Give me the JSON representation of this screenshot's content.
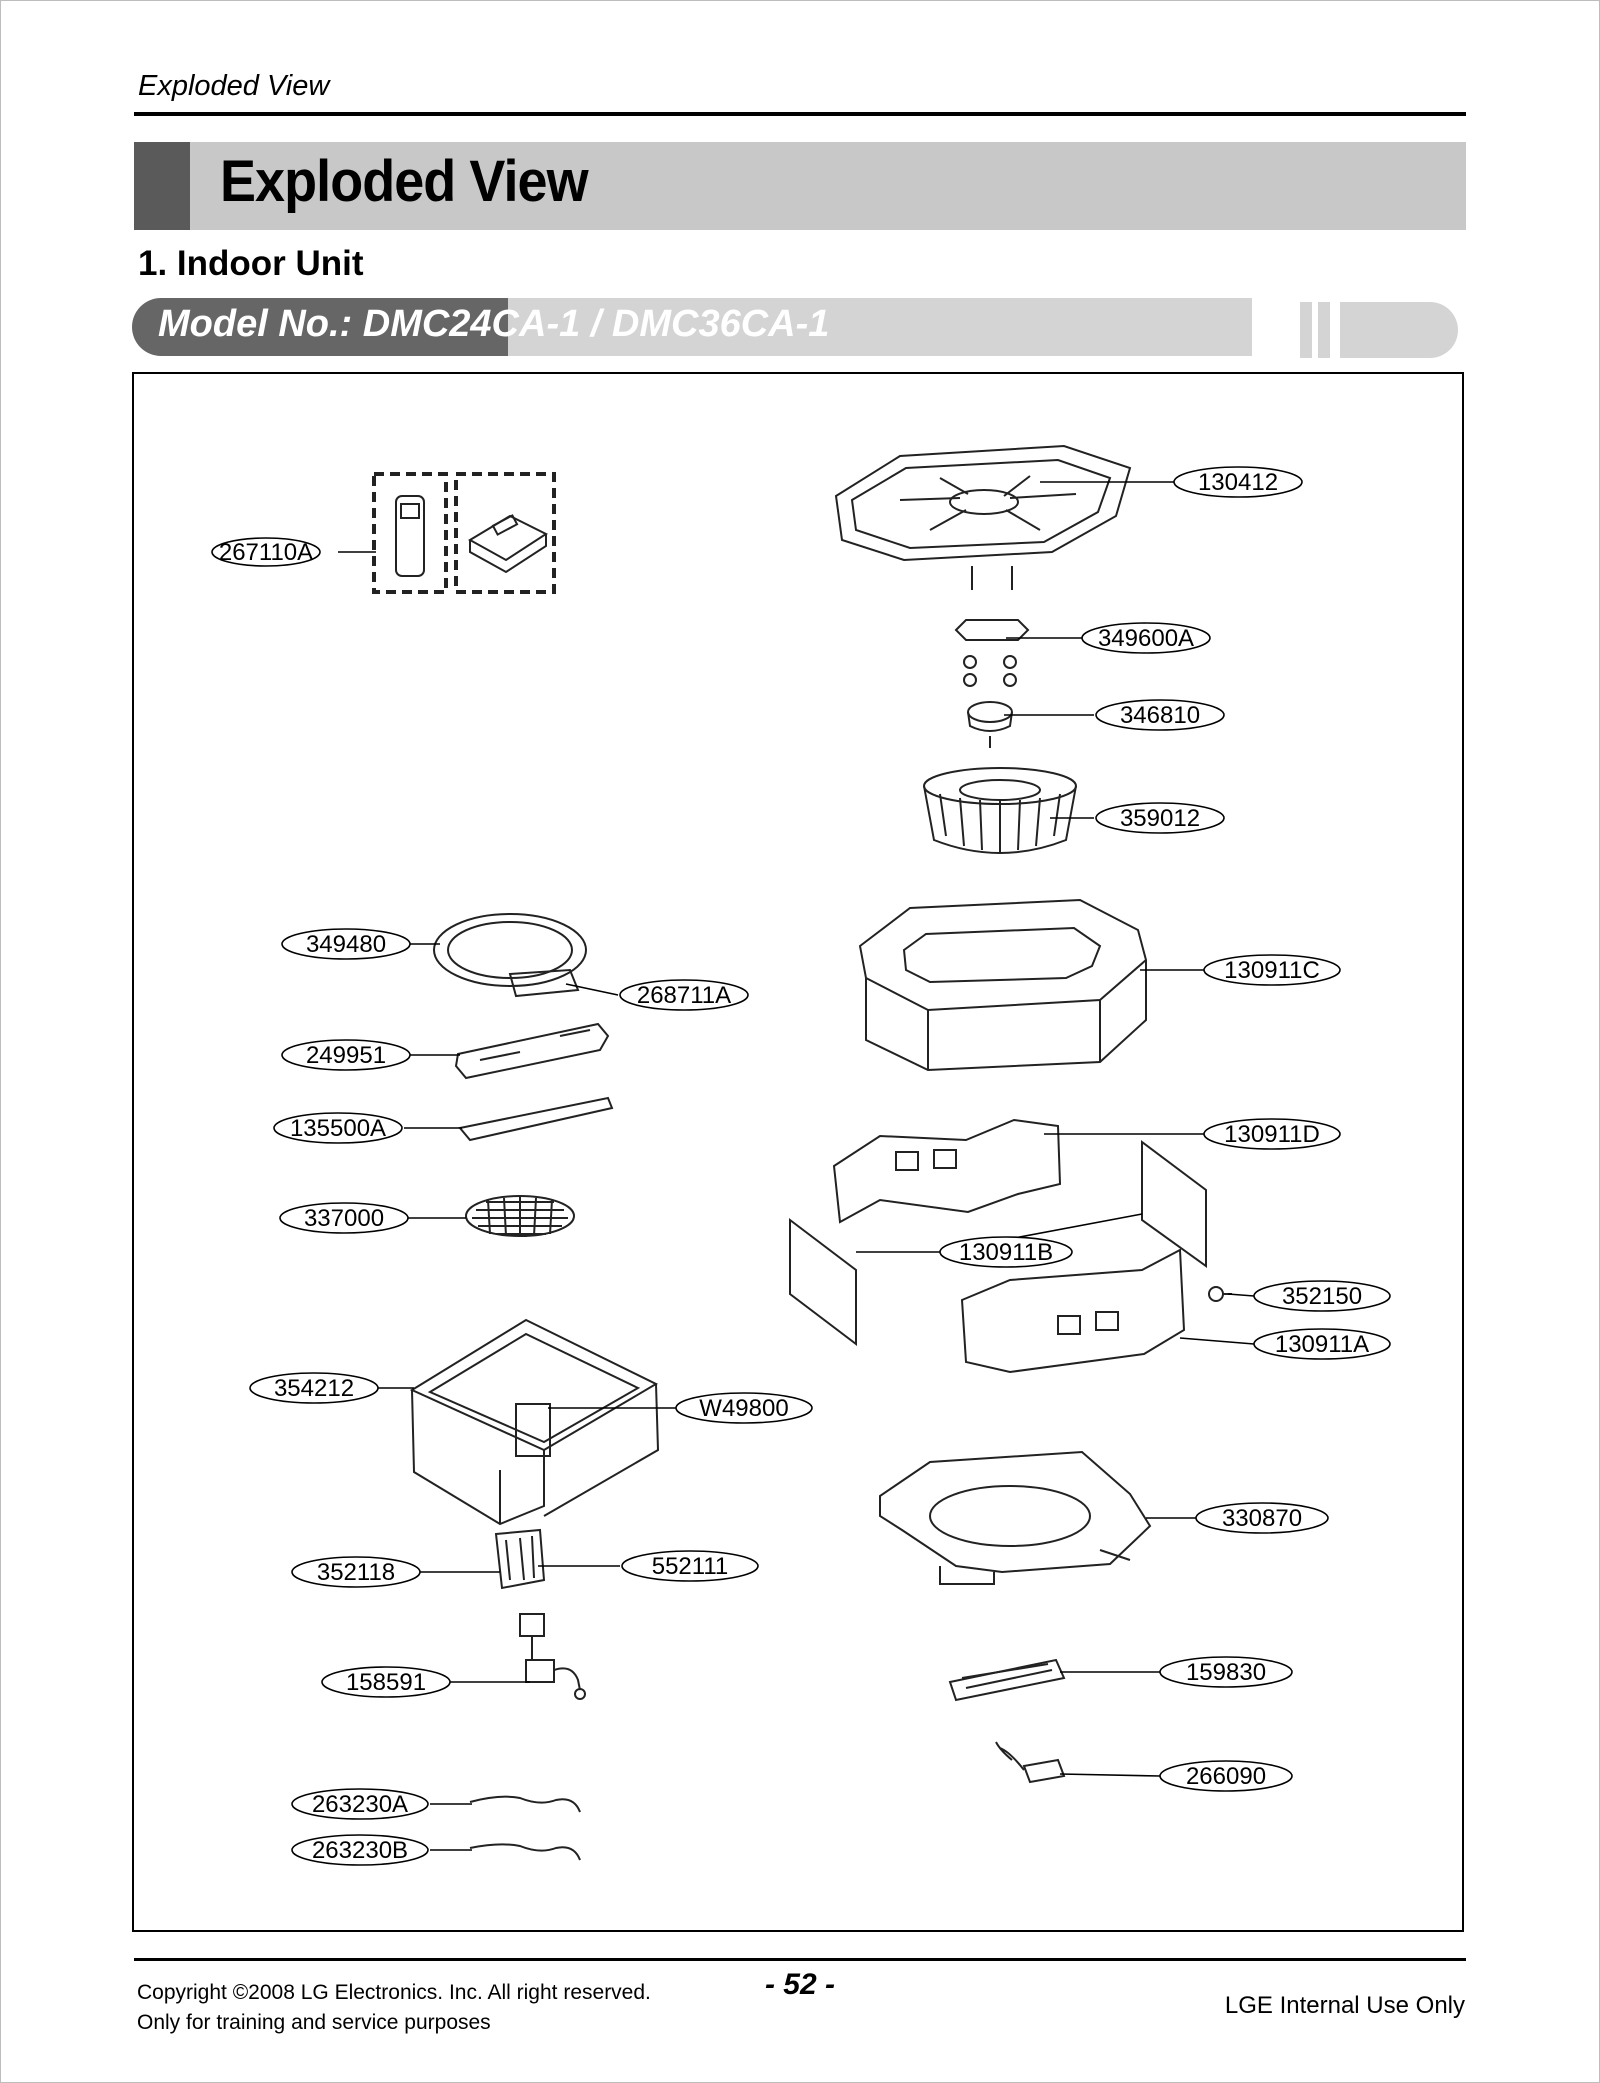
{
  "header": {
    "running_title": "Exploded View",
    "title": "Exploded View",
    "section": "1. Indoor Unit",
    "model": "Model No.: DMC24CA-1 / DMC36CA-1"
  },
  "parts": [
    {
      "id": "267110A"
    },
    {
      "id": "130412"
    },
    {
      "id": "349600A"
    },
    {
      "id": "346810"
    },
    {
      "id": "359012"
    },
    {
      "id": "349480"
    },
    {
      "id": "268711A"
    },
    {
      "id": "130911C"
    },
    {
      "id": "249951"
    },
    {
      "id": "135500A"
    },
    {
      "id": "130911D"
    },
    {
      "id": "337000"
    },
    {
      "id": "130911B"
    },
    {
      "id": "352150"
    },
    {
      "id": "130911A"
    },
    {
      "id": "354212"
    },
    {
      "id": "W49800"
    },
    {
      "id": "330870"
    },
    {
      "id": "352118"
    },
    {
      "id": "552111"
    },
    {
      "id": "158591"
    },
    {
      "id": "159830"
    },
    {
      "id": "266090"
    },
    {
      "id": "263230A"
    },
    {
      "id": "263230B"
    }
  ],
  "footer": {
    "copyright_line1": "Copyright ©2008 LG Electronics. Inc. All right reserved.",
    "copyright_line2": "Only for training and service purposes",
    "page_number": "- 52 -",
    "internal_use": "LGE Internal Use Only"
  }
}
